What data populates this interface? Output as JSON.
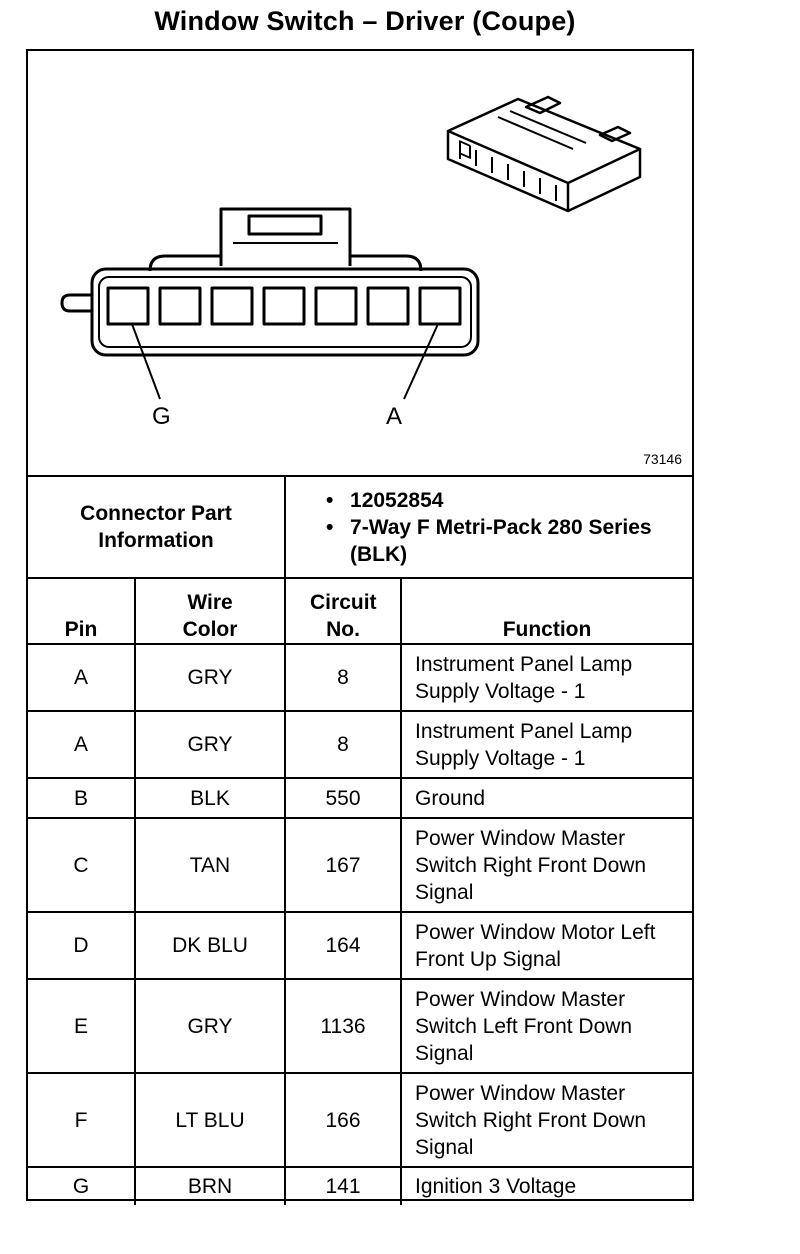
{
  "title": "Window Switch – Driver (Coupe)",
  "figure": {
    "label_left": "G",
    "label_right": "A",
    "figure_number": "73146"
  },
  "connector_info": {
    "label": "Connector Part Information",
    "items": [
      "12052854",
      "7-Way F Metri-Pack 280 Series (BLK)"
    ]
  },
  "table": {
    "headers": {
      "pin": "Pin",
      "wire_color": "Wire Color",
      "circuit": "Circuit No.",
      "function": "Function"
    },
    "rows": [
      {
        "pin": "A",
        "color": "GRY",
        "circuit": "8",
        "function": "Instrument Panel Lamp Supply Voltage - 1"
      },
      {
        "pin": "A",
        "color": "GRY",
        "circuit": "8",
        "function": "Instrument Panel Lamp Supply Voltage - 1"
      },
      {
        "pin": "B",
        "color": "BLK",
        "circuit": "550",
        "function": "Ground"
      },
      {
        "pin": "C",
        "color": "TAN",
        "circuit": "167",
        "function": "Power Window Master Switch Right Front Down Signal"
      },
      {
        "pin": "D",
        "color": "DK BLU",
        "circuit": "164",
        "function": "Power Window Motor Left Front Up Signal"
      },
      {
        "pin": "E",
        "color": "GRY",
        "circuit": "1136",
        "function": "Power Window Master Switch Left Front Down Signal"
      },
      {
        "pin": "F",
        "color": "LT BLU",
        "circuit": "166",
        "function": "Power Window Master Switch Right Front Down Signal"
      },
      {
        "pin": "G",
        "color": "BRN",
        "circuit": "141",
        "function": "Ignition 3 Voltage"
      }
    ]
  }
}
